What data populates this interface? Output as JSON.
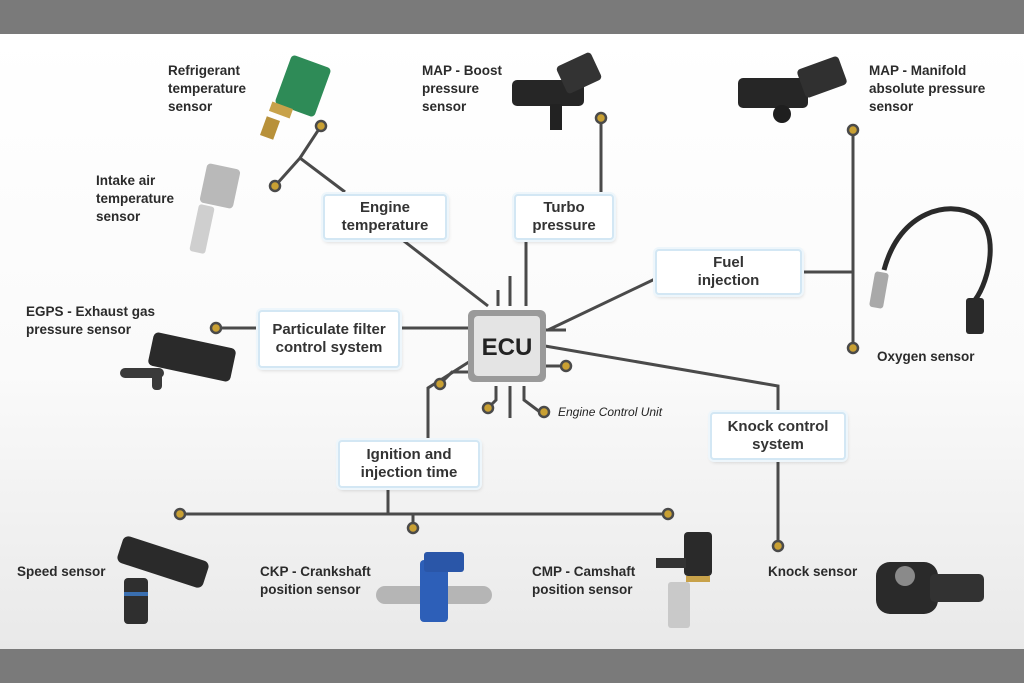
{
  "ecu": {
    "label": "ECU",
    "caption": "Engine Control Unit"
  },
  "systems": {
    "engine_temperature": "Engine\ntemperature",
    "turbo_pressure": "Turbo\npressure",
    "fuel_injection": "Fuel\ninjection",
    "particulate_filter": "Particulate filter\ncontrol system",
    "ignition_injection": "Ignition and\ninjection time",
    "knock_control": "Knock control\nsystem"
  },
  "sensors": {
    "refrigerant": "Refrigerant\ntemperature\nsensor",
    "intake_air": "Intake air\ntemperature\nsensor",
    "map_boost": "MAP - Boost\npressure\nsensor",
    "map_manifold": "MAP - Manifold\nabsolute pressure\nsensor",
    "oxygen": "Oxygen sensor",
    "egps": "EGPS - Exhaust gas\npressure sensor",
    "speed": "Speed sensor",
    "ckp": "CKP - Crankshaft\nposition sensor",
    "cmp": "CMP - Camshaft\nposition sensor",
    "knock": "Knock sensor"
  },
  "colors": {
    "line": "#4a4a4a",
    "dot": "#c9a033",
    "box_border": "#d3e7f4",
    "chip": "#e4e4e4"
  }
}
